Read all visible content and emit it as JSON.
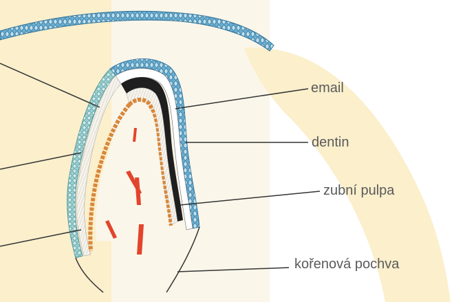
{
  "labels": {
    "enamel": "email",
    "dentin": "dentin",
    "pulp": "zubní pulpa",
    "root_sheath": "kořenová pochva"
  },
  "colors": {
    "background_band": "#fbefcc",
    "light_zone": "#fbf6ea",
    "oral_epithelium": "#6aaed0",
    "outer_enamel_epithelium": "#8ec5c7",
    "enamel_layer": "#1f1f1f",
    "dentin_layer": "#f4f4f4",
    "odontoblasts": "#d9873a",
    "blood_vessels": "#e2442c",
    "leader_lines": "#333333",
    "label_text": "#5a5a5a"
  }
}
